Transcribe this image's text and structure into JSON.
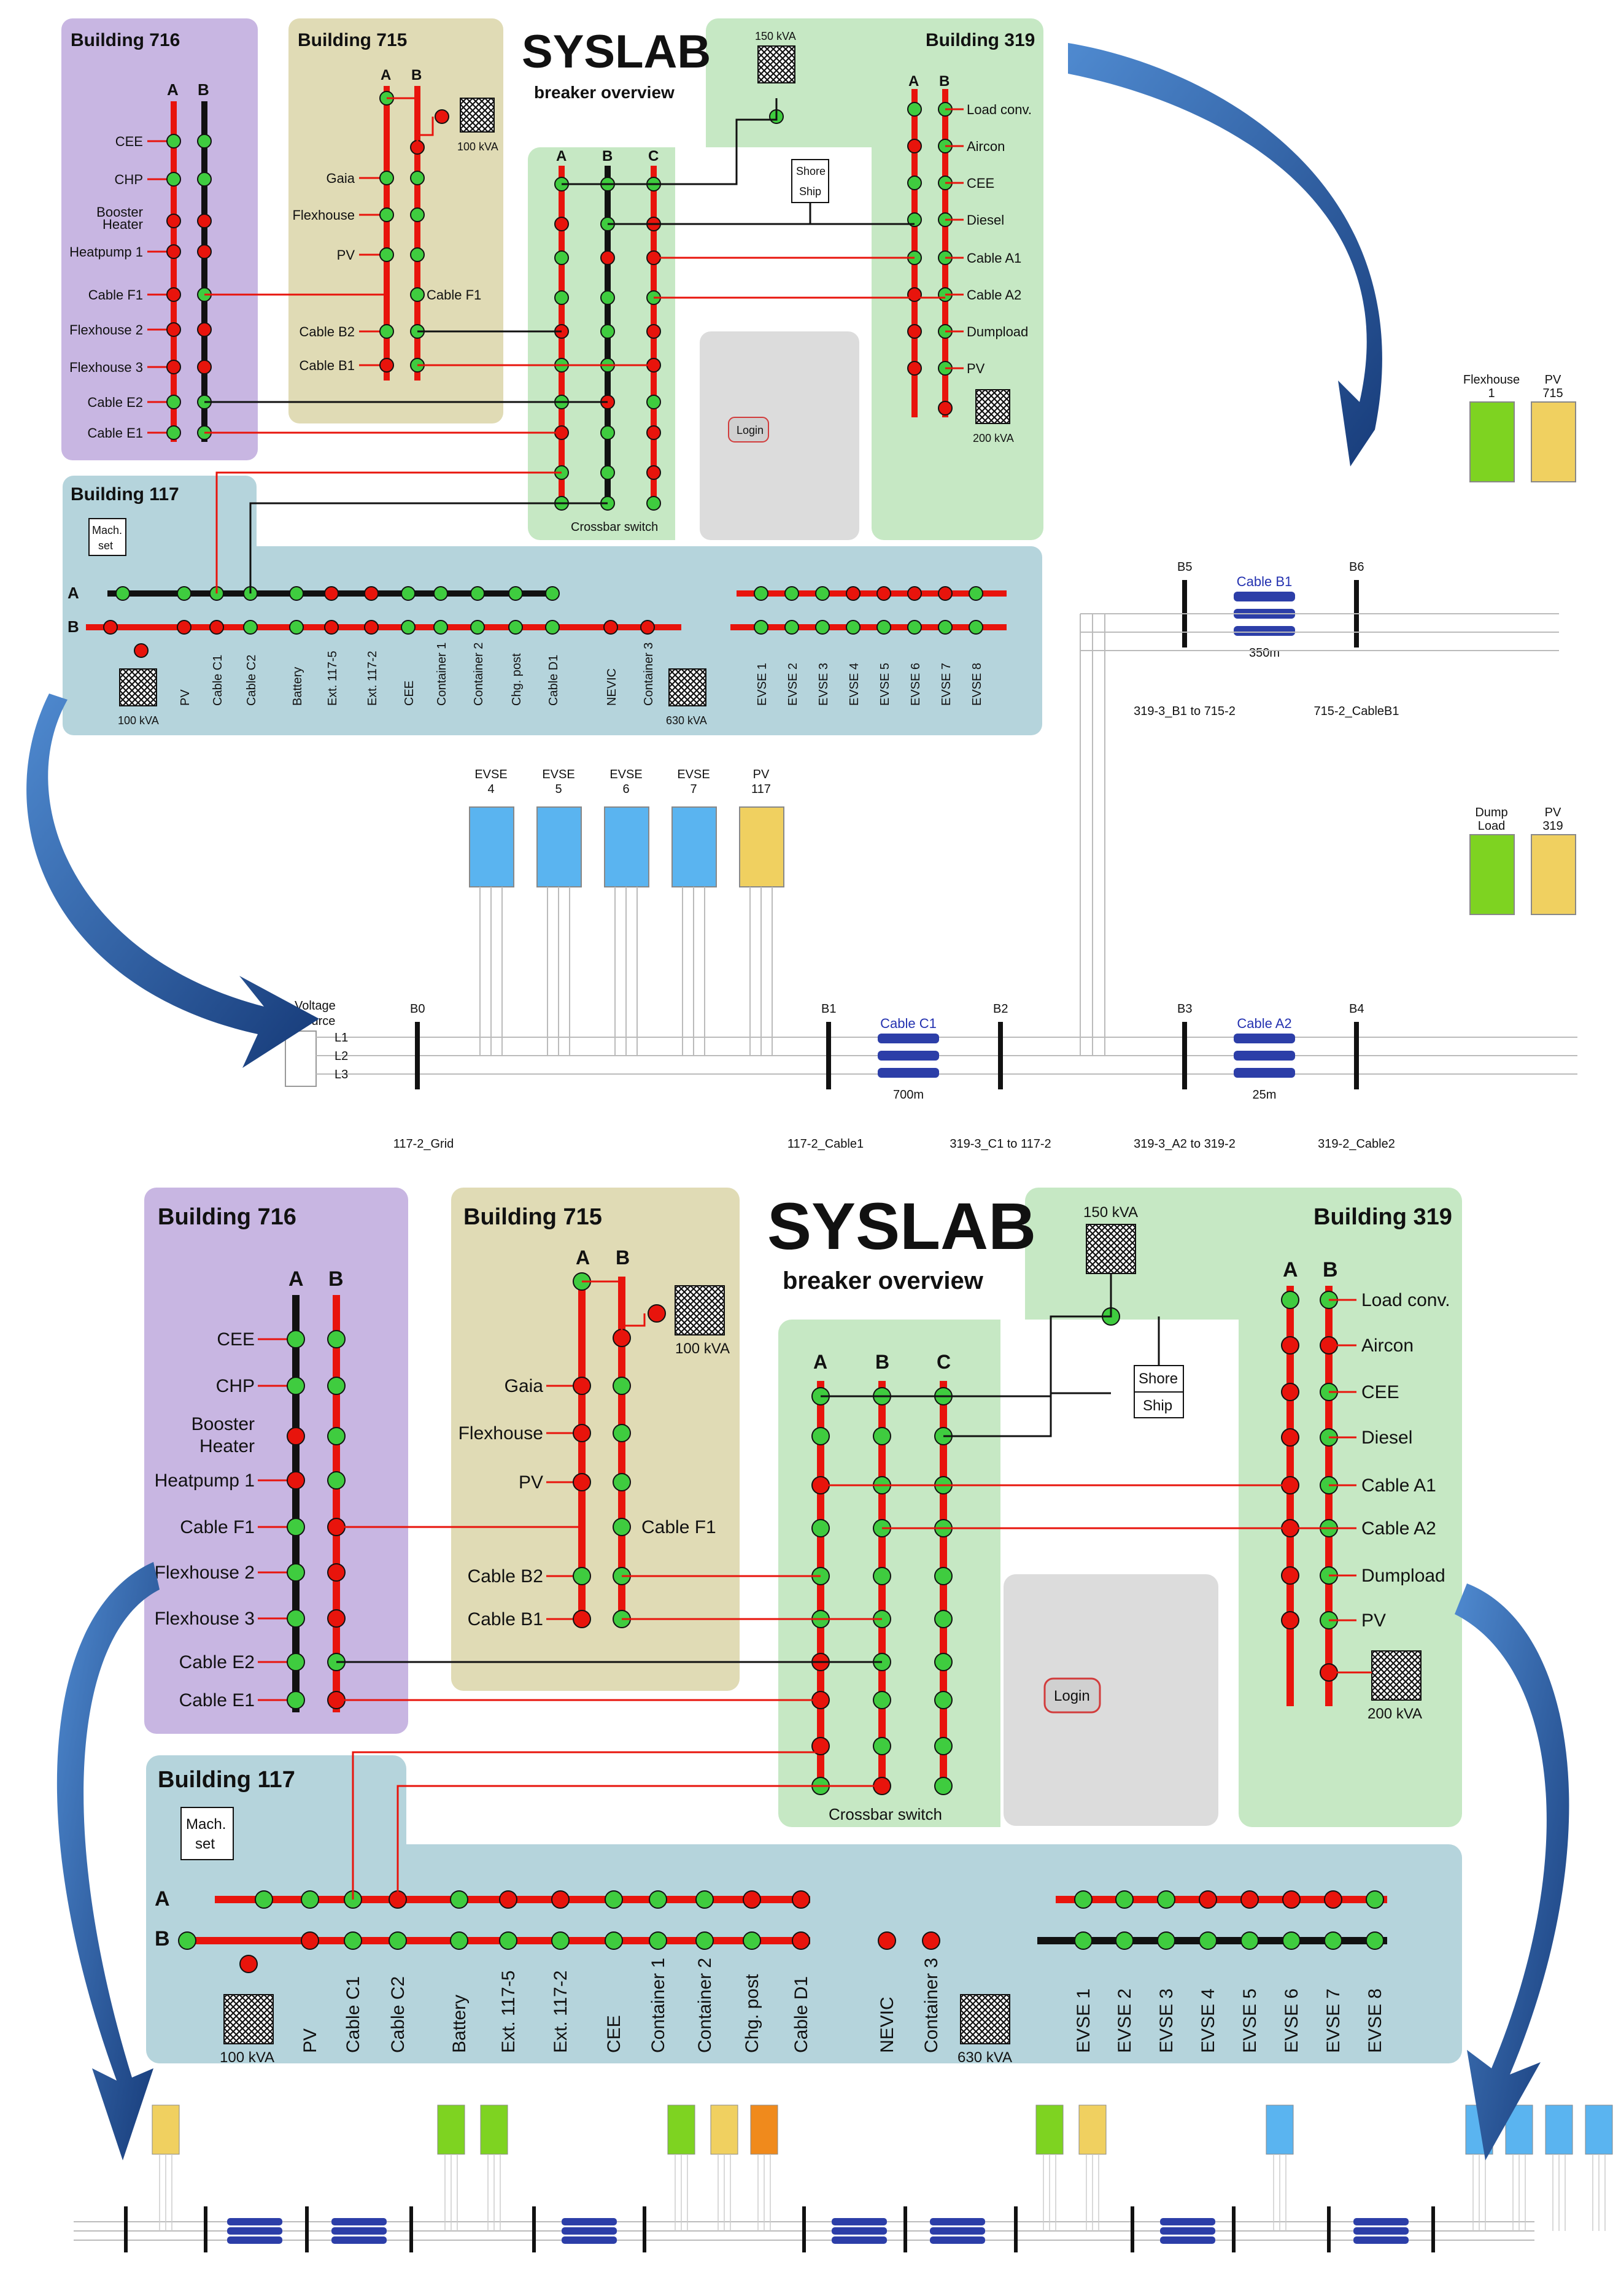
{
  "title": "SYSLAB",
  "subtitle": "breaker overview",
  "buildings": {
    "b716": {
      "name": "Building 716",
      "busA": "A",
      "busB": "B",
      "rows": [
        "CEE",
        "CHP",
        "Booster",
        "Heater",
        "Heatpump 1",
        "Cable F1",
        "Flexhouse 2",
        "Flexhouse 3",
        "Cable E2",
        "Cable E1"
      ]
    },
    "b715": {
      "name": "Building 715",
      "busA": "A",
      "busB": "B",
      "trafo": "100 kVA",
      "rows": [
        "Gaia",
        "Flexhouse",
        "PV",
        "Cable B2",
        "Cable B1"
      ],
      "right": "Cable F1"
    },
    "b319": {
      "name": "Building 319",
      "busA": "A",
      "busB": "B",
      "trafo": "200 kVA",
      "top_trafo": "150 kVA",
      "shore1": "Shore",
      "shore2": "Ship",
      "rows": [
        "Load conv.",
        "Aircon",
        "CEE",
        "Diesel",
        "Cable A1",
        "Cable A2",
        "Dumpload",
        "PV"
      ]
    },
    "crossbar": {
      "a": "A",
      "b": "B",
      "c": "C",
      "label": "Crossbar switch"
    },
    "b117": {
      "name": "Building 117",
      "mach1": "Mach.",
      "mach2": "set",
      "busA": "A",
      "busB": "B",
      "trafo1": "100 kVA",
      "trafo2": "630 kVA",
      "feeders": [
        "PV",
        "Cable C1",
        "Cable C2",
        "Battery",
        "Ext. 117-5",
        "Ext. 117-2",
        "CEE",
        "Container 1",
        "Container 2",
        "Chg. post",
        "Cable D1",
        "NEVIC",
        "Container 3",
        "EVSE 1",
        "EVSE 2",
        "EVSE 3",
        "EVSE 4",
        "EVSE 5",
        "EVSE 6",
        "EVSE 7",
        "EVSE 8"
      ]
    }
  },
  "login_label": "Login",
  "grid_sim": {
    "voltage_source_1": "Voltage",
    "voltage_source_2": "Source",
    "phases": [
      "L1",
      "L2",
      "L3"
    ],
    "buses": [
      "B0",
      "B1",
      "B2",
      "B3",
      "B4",
      "B5",
      "B6"
    ],
    "cables": [
      {
        "name": "Cable C1",
        "len": "700m"
      },
      {
        "name": "Cable B1",
        "len": "350m"
      },
      {
        "name": "Cable A2",
        "len": "25m"
      }
    ],
    "loads_top": [
      {
        "l1": "Flexhouse",
        "l2": "1",
        "color": "#7ed321"
      },
      {
        "l1": "PV",
        "l2": "715",
        "color": "#f0d060"
      },
      {
        "l1": "Dump",
        "l2": "Load",
        "color": "#7ed321"
      },
      {
        "l1": "PV",
        "l2": "319",
        "color": "#f0d060"
      }
    ],
    "loads_mid": [
      {
        "l1": "EVSE",
        "l2": "4",
        "color": "#5ab4f0"
      },
      {
        "l1": "EVSE",
        "l2": "5",
        "color": "#5ab4f0"
      },
      {
        "l1": "EVSE",
        "l2": "6",
        "color": "#5ab4f0"
      },
      {
        "l1": "EVSE",
        "l2": "7",
        "color": "#5ab4f0"
      },
      {
        "l1": "PV",
        "l2": "117",
        "color": "#f0d060"
      }
    ],
    "bottom_labels": [
      "117-2_Grid",
      "117-2_Cable1",
      "319-3_C1 to 117-2",
      "319-3_A2 to 319-2",
      "319-2_Cable2",
      "319-3_B1 to 715-2",
      "715-2_CableB1"
    ]
  },
  "colors": {
    "purple": "#c8b6e2",
    "tan": "#e0dbb5",
    "green": "#c6e8c4",
    "blue": "#b5d4dc",
    "red": "#e8140c",
    "gnode": "#3fcc3f",
    "rnode": "#e8140c",
    "arrow": "#1d4f93"
  }
}
